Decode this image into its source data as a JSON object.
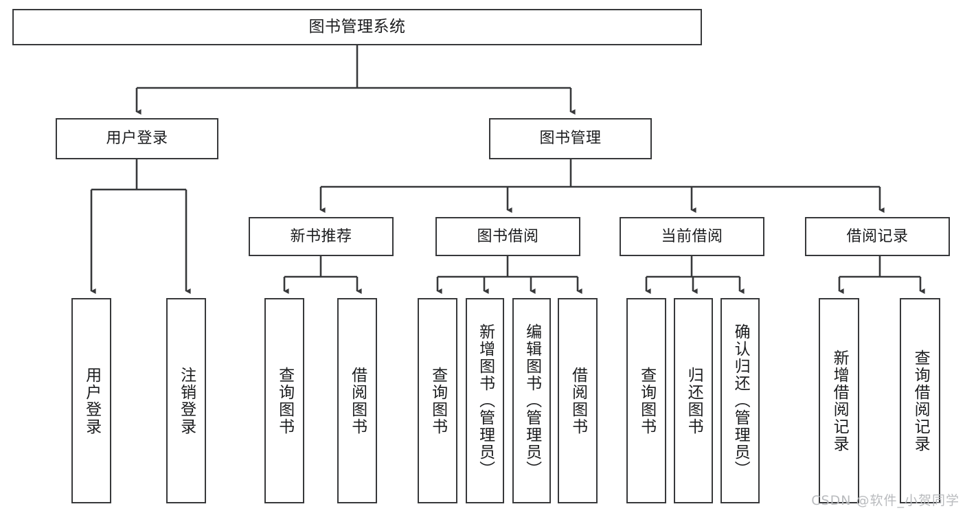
{
  "diagram": {
    "title": "图书管理系统",
    "type": "tree-hierarchy",
    "watermark": "CSDN @软件_小贺同学",
    "colors": {
      "background": "#ffffff",
      "node_border": "#37383a",
      "node_fill": "#ffffff",
      "edge": "#37383a",
      "text": "#1b1c1e",
      "watermark": "#b9bbbe"
    },
    "nodes": {
      "root": {
        "label": "图书管理系统"
      },
      "level2": [
        {
          "id": "user-login",
          "label": "用户登录"
        },
        {
          "id": "book-manage",
          "label": "图书管理"
        }
      ],
      "level3": [
        {
          "id": "new-book-rec",
          "label": "新书推荐"
        },
        {
          "id": "book-borrow",
          "label": "图书借阅"
        },
        {
          "id": "current-borrow",
          "label": "当前借阅"
        },
        {
          "id": "borrow-record",
          "label": "借阅记录"
        }
      ],
      "leaves": {
        "user-login": [
          {
            "id": "leaf-user-login",
            "label": "用户登录"
          },
          {
            "id": "leaf-logout-login",
            "label": "注销登录"
          }
        ],
        "new-book-rec": [
          {
            "id": "leaf-query-book-1",
            "label": "查询图书"
          },
          {
            "id": "leaf-borrow-book-1",
            "label": "借阅图书"
          }
        ],
        "book-borrow": [
          {
            "id": "leaf-query-book-2",
            "label": "查询图书"
          },
          {
            "id": "leaf-add-book",
            "label": "新增图书（管理员）"
          },
          {
            "id": "leaf-edit-book",
            "label": "编辑图书（管理员）"
          },
          {
            "id": "leaf-borrow-book-2",
            "label": "借阅图书"
          }
        ],
        "current-borrow": [
          {
            "id": "leaf-query-book-3",
            "label": "查询图书"
          },
          {
            "id": "leaf-return-book",
            "label": "归还图书"
          },
          {
            "id": "leaf-confirm-return",
            "label": "确认归还（管理员）"
          }
        ],
        "borrow-record": [
          {
            "id": "leaf-add-record",
            "label": "新增借阅记录"
          },
          {
            "id": "leaf-query-record",
            "label": "查询借阅记录"
          }
        ]
      }
    }
  }
}
